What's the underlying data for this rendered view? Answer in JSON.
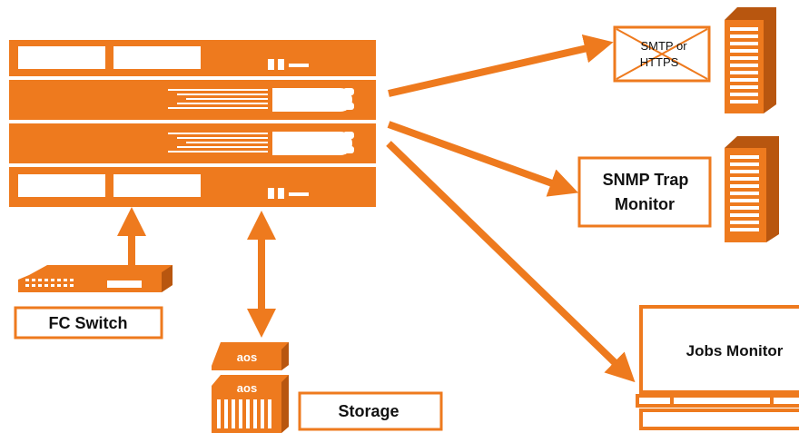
{
  "colors": {
    "accent": "#EE7A1E",
    "dark": "#B8560F",
    "text": "#111111"
  },
  "labels": {
    "smtp_line1": "SMTP or",
    "smtp_line2": "HTTPS",
    "snmp_line1": "SNMP Trap",
    "snmp_line2": "Monitor",
    "fc_switch": "FC Switch",
    "storage": "Storage",
    "jobs_monitor": "Jobs Monitor",
    "aos_top": "aos",
    "aos_bottom": "aos"
  }
}
